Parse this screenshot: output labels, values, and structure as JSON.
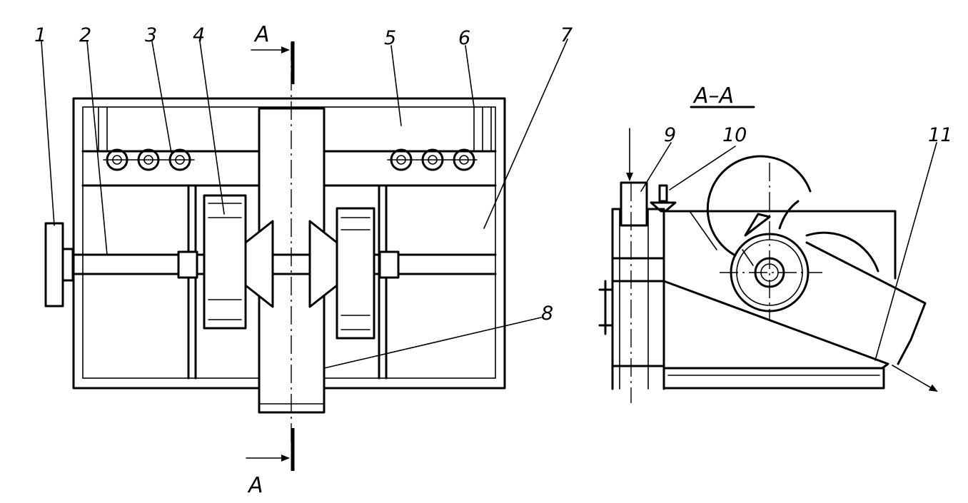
{
  "labels": {
    "n1": "1",
    "n2": "2",
    "n3": "3",
    "n4": "4",
    "n5": "5",
    "n6": "6",
    "n7": "7",
    "n8": "8",
    "n9": "9",
    "n10": "10",
    "n11": "11",
    "section_top": "A",
    "section_bottom": "A",
    "section_title": "A–A"
  }
}
